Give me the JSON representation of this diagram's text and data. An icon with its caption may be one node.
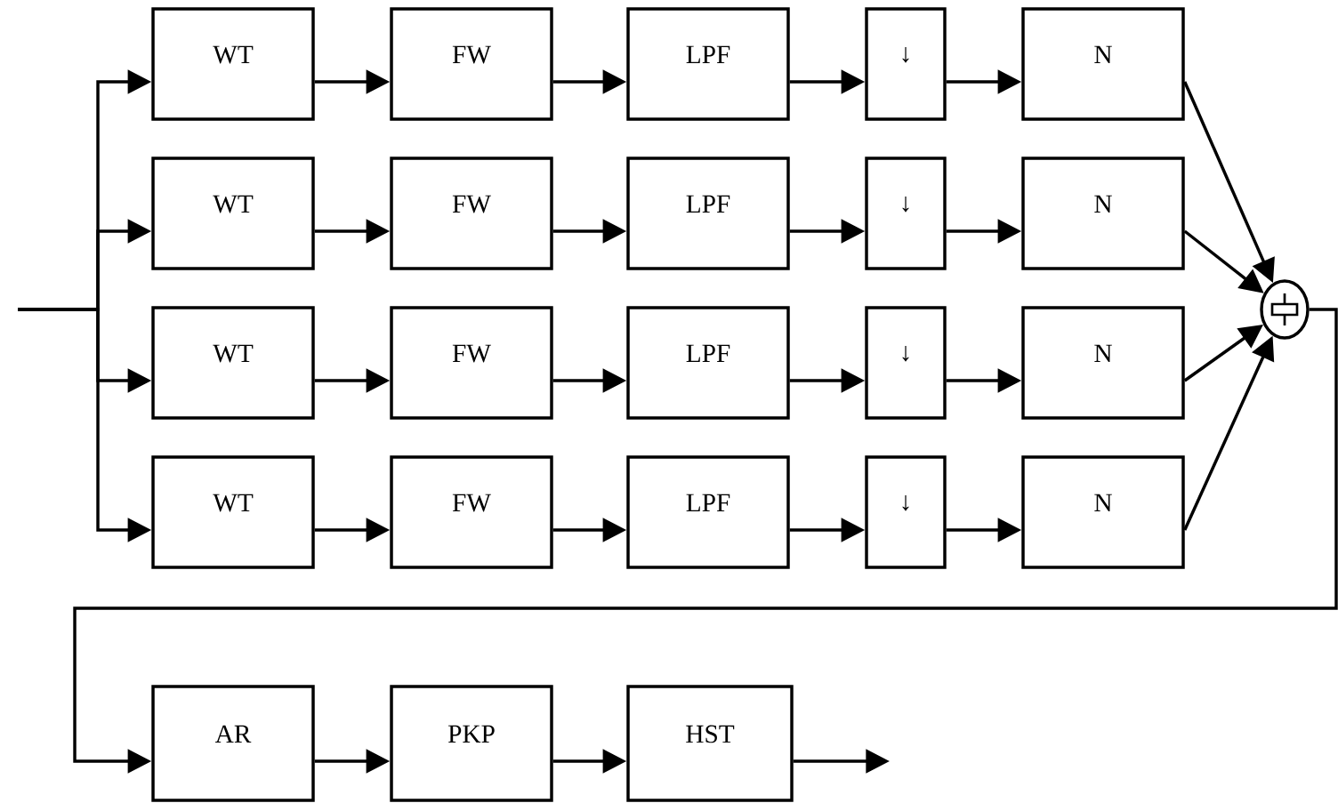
{
  "diagram": {
    "nodes": [
      {
        "text": [
          "WT"
        ]
      },
      {
        "text": [
          "FW"
        ]
      },
      {
        "text": [
          "LPF"
        ]
      },
      {
        "text": [
          "↓"
        ]
      },
      {
        "text": [
          "N"
        ]
      },
      {
        "text": [
          "WT"
        ]
      },
      {
        "text": [
          "FW"
        ]
      },
      {
        "text": [
          "LPF"
        ]
      },
      {
        "text": [
          "↓"
        ]
      },
      {
        "text": [
          "N"
        ]
      },
      {
        "text": [
          "WT"
        ]
      },
      {
        "text": [
          "FW"
        ]
      },
      {
        "text": [
          "LPF"
        ]
      },
      {
        "text": [
          "↓"
        ]
      },
      {
        "text": [
          "N"
        ]
      },
      {
        "text": [
          "WT"
        ]
      },
      {
        "text": [
          "FW"
        ]
      },
      {
        "text": [
          "LPF"
        ]
      },
      {
        "text": [
          "↓"
        ]
      },
      {
        "text": [
          "N"
        ]
      },
      {
        "text": [],
        "shape": "circle"
      },
      {
        "text": [
          "AR"
        ]
      },
      {
        "text": [
          "PKP"
        ]
      },
      {
        "text": [
          "HST"
        ]
      }
    ],
    "edges": [
      {
        "from": null,
        "to": 0,
        "arrow": "to"
      },
      {
        "from": null,
        "to": 5,
        "arrow": "to"
      },
      {
        "from": null,
        "to": 10,
        "arrow": "to"
      },
      {
        "from": null,
        "to": 15,
        "arrow": "to"
      },
      {
        "from": 0,
        "to": 1,
        "arrow": "to"
      },
      {
        "from": 1,
        "to": 2,
        "arrow": "to"
      },
      {
        "from": 2,
        "to": 3,
        "arrow": "to"
      },
      {
        "from": 3,
        "to": 4,
        "arrow": "to"
      },
      {
        "from": 5,
        "to": 6,
        "arrow": "to"
      },
      {
        "from": 6,
        "to": 7,
        "arrow": "to"
      },
      {
        "from": 7,
        "to": 8,
        "arrow": "to"
      },
      {
        "from": 8,
        "to": 9,
        "arrow": "to"
      },
      {
        "from": 10,
        "to": 11,
        "arrow": "to"
      },
      {
        "from": 11,
        "to": 12,
        "arrow": "to"
      },
      {
        "from": 12,
        "to": 13,
        "arrow": "to"
      },
      {
        "from": 13,
        "to": 14,
        "arrow": "to"
      },
      {
        "from": 15,
        "to": 16,
        "arrow": "to"
      },
      {
        "from": 16,
        "to": 17,
        "arrow": "to"
      },
      {
        "from": 17,
        "to": 18,
        "arrow": "to"
      },
      {
        "from": 18,
        "to": 19,
        "arrow": "to"
      },
      {
        "from": 4,
        "to": 20,
        "arrow": "to"
      },
      {
        "from": 9,
        "to": 20,
        "arrow": "to"
      },
      {
        "from": 14,
        "to": 20,
        "arrow": "to"
      },
      {
        "from": 19,
        "to": 20,
        "arrow": "to"
      },
      {
        "from": 20,
        "to": 21,
        "arrow": "to"
      },
      {
        "from": 21,
        "to": 22,
        "arrow": "to"
      },
      {
        "from": 22,
        "to": 23,
        "arrow": "to"
      },
      {
        "from": 23,
        "to": null,
        "arrow": "to"
      }
    ]
  }
}
